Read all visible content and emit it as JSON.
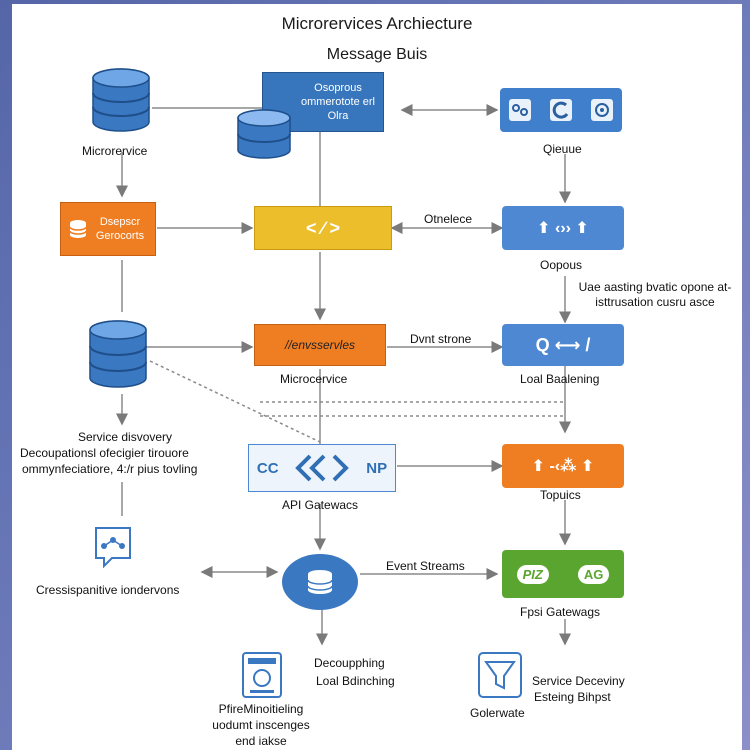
{
  "title": "Microrervices Archiecture",
  "subtitle": "Message Buis",
  "colors": {
    "blue": "#3b7bc4",
    "dark_blue": "#2f6fb5",
    "orange": "#ef7d22",
    "yellow": "#edbe2c",
    "green": "#5aa52f",
    "light_blue": "#5d8fd4"
  },
  "nodes": {
    "microservice_db": {
      "label": "Microrervice",
      "icon": "database-icon"
    },
    "message_bus_box": {
      "text": "Osoprous ommerotote erl Olra",
      "icon": "database-icon"
    },
    "queue": {
      "label": "Qieuue",
      "icons": [
        "plug-icon",
        "refresh-icon",
        "record-icon"
      ]
    },
    "orange_box": {
      "text": "Dsepscr Gerocorts",
      "icon": "database-icon"
    },
    "code_box": {
      "text": "< ∕ >",
      "edge_label": "Otnelece"
    },
    "arrows_box": {
      "label": "Oopous",
      "glyph": "⬆ ‹›› ⬆"
    },
    "note": {
      "text": "Uae aasting bvatic opone at- isttrusation cusru asce"
    },
    "db_middle": {
      "icon": "database-icon"
    },
    "service_discovery": {
      "label": "Service disvovery",
      "line2": "Decoupationsl ofecigier tirouore",
      "line3": "ommynfeciatiore, 4:/r pius tovling"
    },
    "microservices_box": {
      "text": "//envsservles",
      "label": "Microcervice",
      "edge_label": "Dvnt strone"
    },
    "load_balancing": {
      "glyph": "Q ⟷ /",
      "label": "Loal Baalening"
    },
    "api_gateway": {
      "left": "CC",
      "right": "NP",
      "label": "API Gatewacs"
    },
    "topics": {
      "glyph": "⬆ -‹⁂ ⬆",
      "label": "Topuics"
    },
    "cross_sensitive": {
      "label": "Cressispanitive iondervons",
      "icon": "share-icon"
    },
    "event_db": {
      "icon": "database-icon",
      "edge_label": "Event Streams"
    },
    "green_box": {
      "left": "PIZ",
      "right": "AG",
      "label": "Fpsi Gatewags"
    },
    "decoupling": {
      "line1": "Decoupphing",
      "line2": "Loal Bdinching"
    },
    "monitor": {
      "icon": "monitor-icon",
      "line1": "PfireMinoitieling",
      "line2": "uodumt inscenges",
      "line3": "end iakse"
    },
    "gatewate": {
      "icon": "filter-icon",
      "label": "Golerwate",
      "line1": "Service Deceviny",
      "line2": "Esteing Bihpst"
    }
  }
}
